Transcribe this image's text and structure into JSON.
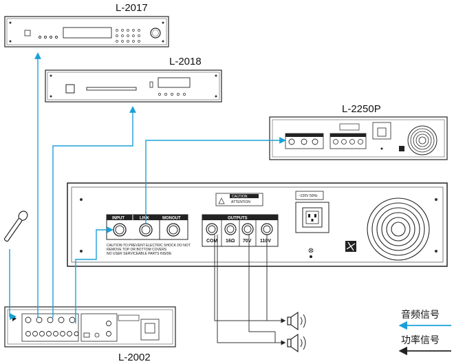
{
  "devices": {
    "l2017": {
      "model": "L-2017"
    },
    "l2018": {
      "model": "L-2018"
    },
    "l2250p": {
      "model": "L-2250P"
    },
    "l2002": {
      "model": "L-2002"
    }
  },
  "amplifier": {
    "input_label": "INPUT",
    "link_label": "LINK",
    "monout_label": "MONOUT",
    "outputs_label": "OUTPUTS",
    "output_ports": [
      "COM",
      "16Ω",
      "70V",
      "110V"
    ],
    "power_label": "~220V 50Hz",
    "caution_title": "CAUTION",
    "attention_label": "ATTENTION",
    "warning_text": [
      "CAUTION:TO PREVENT ELECTRIC SHOCK DO NOT",
      "REMOVE TOP OR BOTTOM COVERS",
      "NO USER SERVICEABLE PARTS INSIDE"
    ]
  },
  "legend": {
    "audio_signal": "音频信号",
    "power_signal": "功率信号"
  },
  "colors": {
    "audio_line": "#1aa0d8",
    "power_line": "#333333",
    "device_outline": "#222222"
  }
}
